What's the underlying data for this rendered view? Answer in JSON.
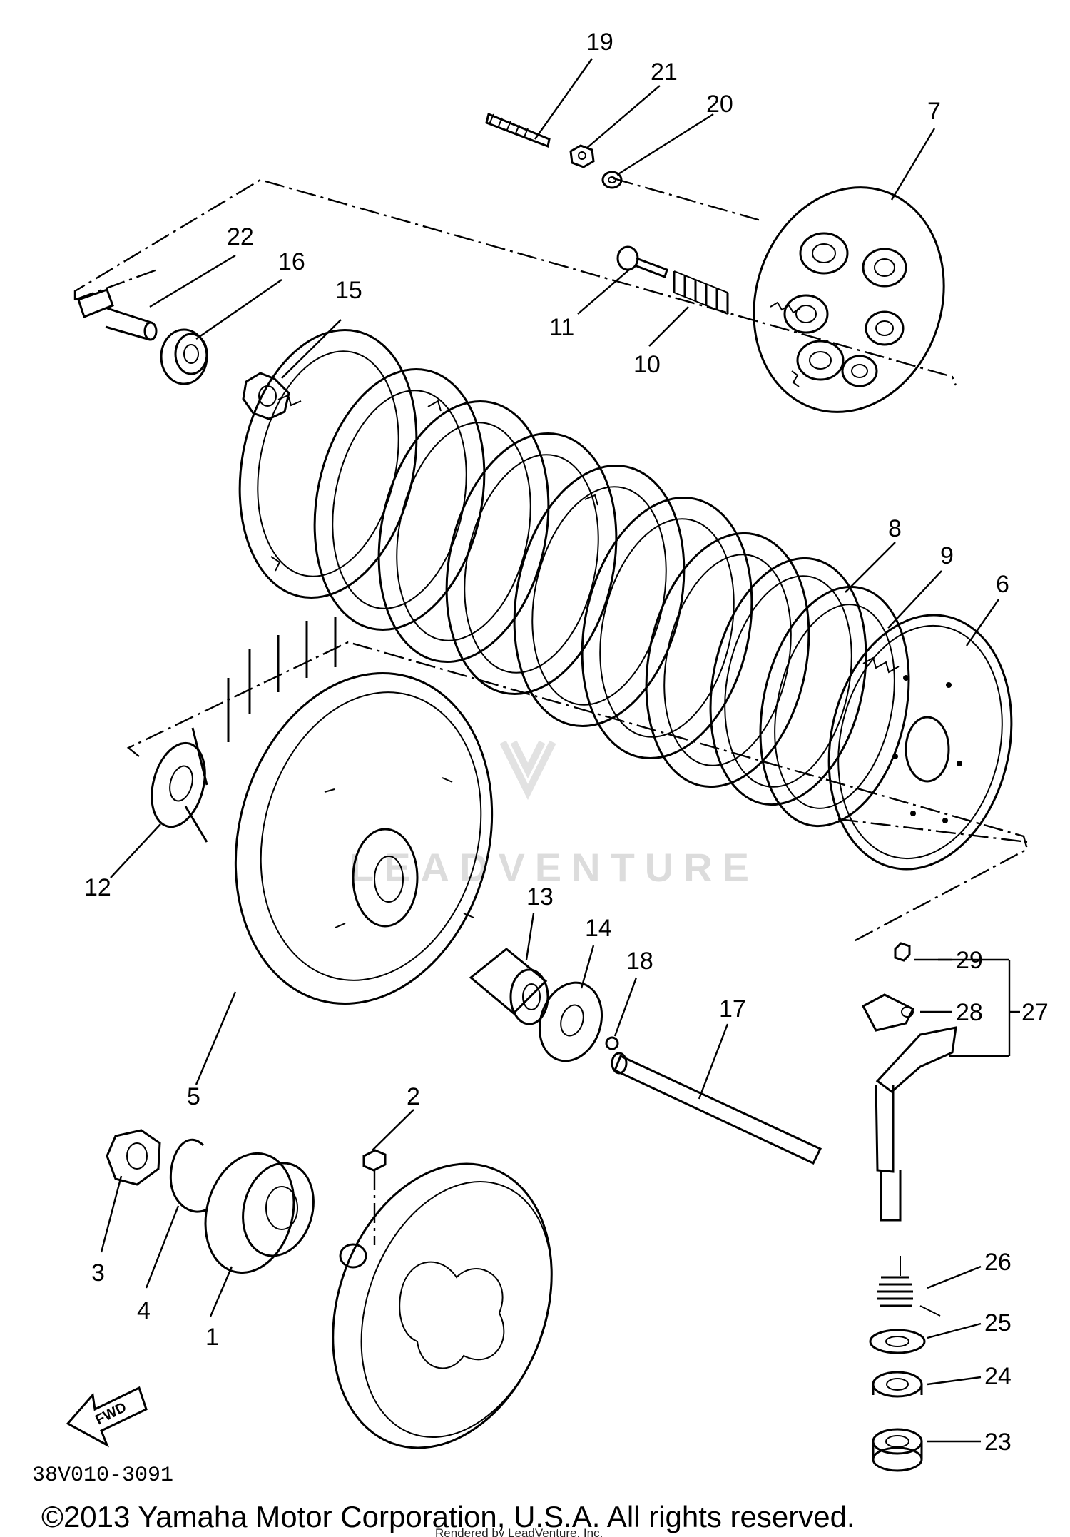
{
  "diagram": {
    "drawing_code": "38V010-3091",
    "copyright": "©2013 Yamaha Motor Corporation, U.S.A. All rights reserved.",
    "rendered_by": "Rendered by LeadVenture, Inc.",
    "watermark": "LEADVENTURE",
    "fwd_label": "FWD",
    "callouts": {
      "c1": "1",
      "c2": "2",
      "c3": "3",
      "c4": "4",
      "c5": "5",
      "c6": "6",
      "c7": "7",
      "c8": "8",
      "c9": "9",
      "c10": "10",
      "c11": "11",
      "c12": "12",
      "c13": "13",
      "c14": "14",
      "c15": "15",
      "c16": "16",
      "c17": "17",
      "c18": "18",
      "c19": "19",
      "c20": "20",
      "c21": "21",
      "c22": "22",
      "c23": "23",
      "c24": "24",
      "c25": "25",
      "c26": "26",
      "c27": "27",
      "c28": "28",
      "c29": "29"
    }
  }
}
